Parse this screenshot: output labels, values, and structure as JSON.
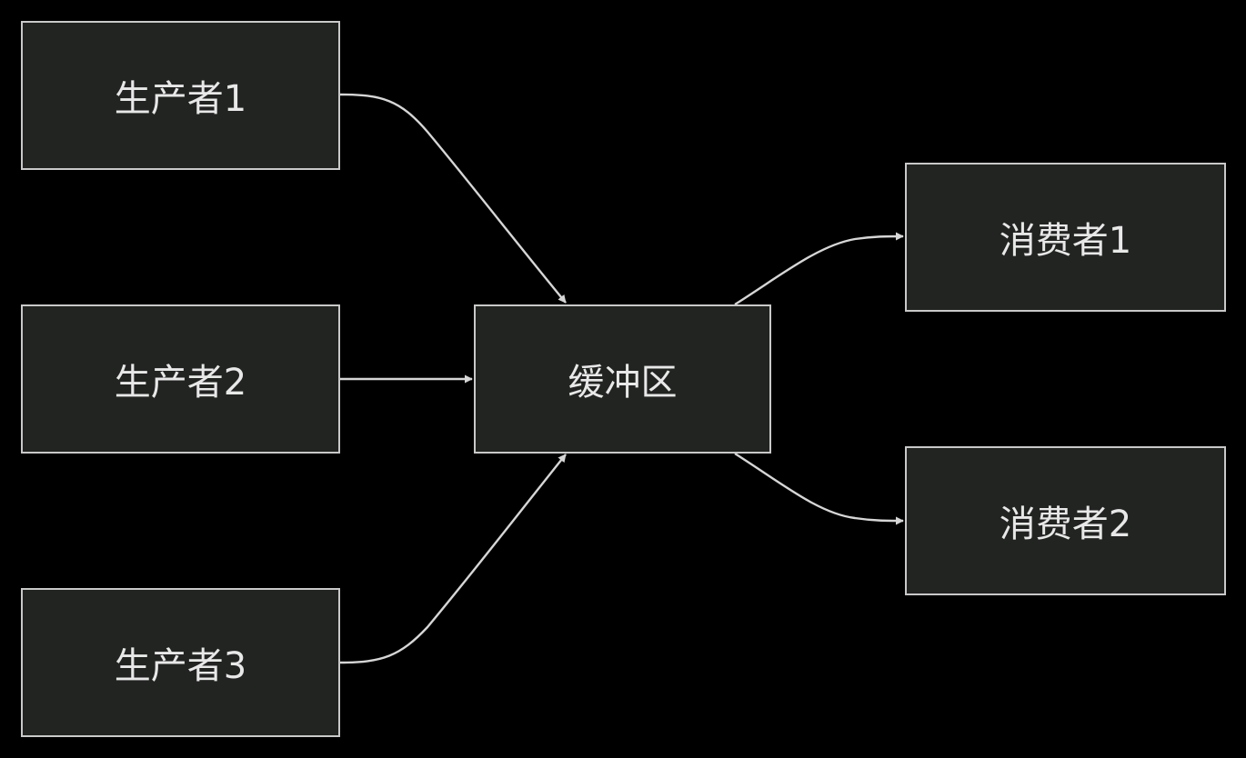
{
  "colors": {
    "background": "#000000",
    "node_fill": "#222422",
    "node_border": "#c9c9c9",
    "text": "#e8e8e8",
    "edge": "#d6d6d6"
  },
  "nodes": {
    "producer1": "生产者1",
    "producer2": "生产者2",
    "producer3": "生产者3",
    "buffer": "缓冲区",
    "consumer1": "消费者1",
    "consumer2": "消费者2"
  },
  "edges": [
    {
      "from": "producer1",
      "to": "buffer"
    },
    {
      "from": "producer2",
      "to": "buffer"
    },
    {
      "from": "producer3",
      "to": "buffer"
    },
    {
      "from": "buffer",
      "to": "consumer1"
    },
    {
      "from": "buffer",
      "to": "consumer2"
    }
  ]
}
